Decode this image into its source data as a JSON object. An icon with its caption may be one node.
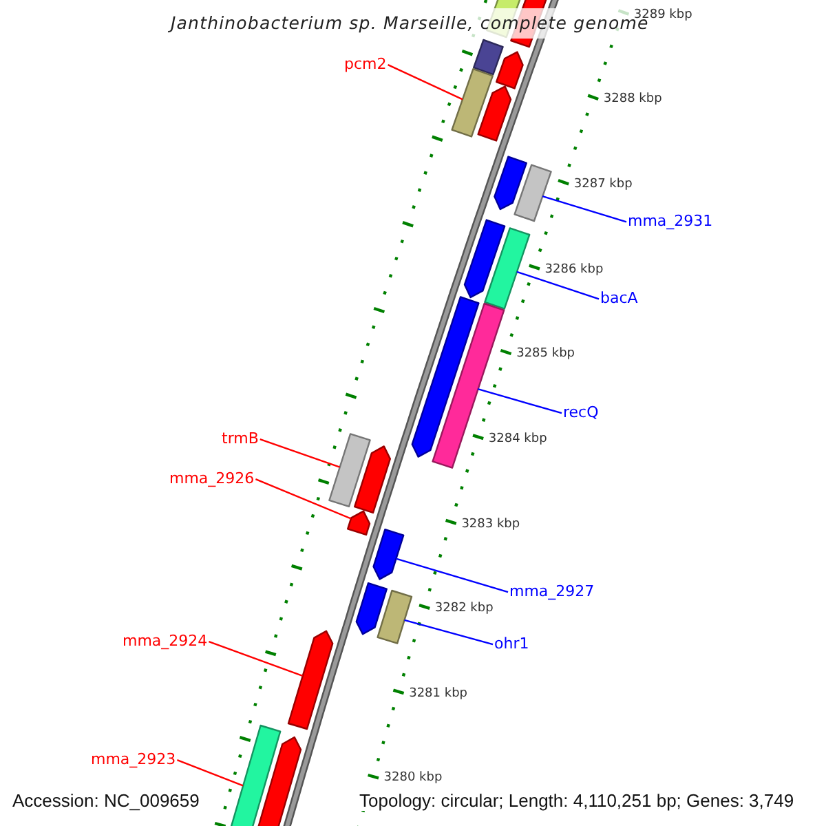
{
  "diagram": {
    "title": "Janthinobacterium sp. Marseille, complete genome",
    "nodes": [
      {
        "text": [],
        "shape": "box"
      },
      {
        "text": [],
        "shape": "arrow"
      },
      {
        "text": [],
        "shape": "box"
      },
      {
        "text": [
          "pcm2"
        ]
      },
      {
        "text": [],
        "shape": "arrow"
      },
      {
        "text": [],
        "shape": "box"
      },
      {
        "text": [],
        "shape": "arrow"
      },
      {
        "text": [],
        "shape": "arrow"
      },
      {
        "text": [],
        "shape": "box"
      },
      {
        "text": [
          "mma_2931"
        ]
      },
      {
        "text": [],
        "shape": "arrow"
      },
      {
        "text": [],
        "shape": "box"
      },
      {
        "text": [
          "bacA"
        ]
      },
      {
        "text": [],
        "shape": "arrow"
      },
      {
        "text": [],
        "shape": "box"
      },
      {
        "text": [
          "recQ"
        ]
      },
      {
        "text": [],
        "shape": "box"
      },
      {
        "text": [
          "trmB"
        ]
      },
      {
        "text": [],
        "shape": "arrow"
      },
      {
        "text": [
          "mma_2926"
        ]
      },
      {
        "text": [],
        "shape": "arrow"
      },
      {
        "text": [],
        "shape": "arrow"
      },
      {
        "text": [
          "mma_2927"
        ]
      },
      {
        "text": [],
        "shape": "arrow"
      },
      {
        "text": [],
        "shape": "box"
      },
      {
        "text": [
          "ohr1"
        ]
      },
      {
        "text": [
          "mma_2924"
        ]
      },
      {
        "text": [],
        "shape": "arrow"
      },
      {
        "text": [],
        "shape": "box"
      },
      {
        "text": [
          "mma_2923"
        ]
      },
      {
        "text": [],
        "shape": "arrow"
      }
    ],
    "edges": [
      {
        "from": 3,
        "to": 5,
        "arrow": "none",
        "color": "#ff0000"
      },
      {
        "from": 9,
        "to": 8,
        "arrow": "none",
        "color": "#0000ff"
      },
      {
        "from": 12,
        "to": 11,
        "arrow": "none",
        "color": "#0000ff"
      },
      {
        "from": 15,
        "to": 14,
        "arrow": "none",
        "color": "#0000ff"
      },
      {
        "from": 17,
        "to": 16,
        "arrow": "none",
        "color": "#ff0000"
      },
      {
        "from": 19,
        "to": 20,
        "arrow": "none",
        "color": "#ff0000"
      },
      {
        "from": 22,
        "to": 21,
        "arrow": "none",
        "color": "#0000ff"
      },
      {
        "from": 25,
        "to": 24,
        "arrow": "none",
        "color": "#0000ff"
      },
      {
        "from": 26,
        "to": 27,
        "arrow": "none",
        "color": "#ff0000"
      },
      {
        "from": 29,
        "to": 28,
        "arrow": "none",
        "color": "#ff0000"
      }
    ],
    "labels": [
      "3289 kbp",
      "3288 kbp",
      "3287 kbp",
      "3286 kbp",
      "3285 kbp",
      "3284 kbp",
      "3283 kbp",
      "3282 kbp",
      "3281 kbp",
      "3280 kbp",
      "Accession: NC_009659",
      "Topology: circular; Length: 4,110,251 bp; Genes: 3,749"
    ]
  }
}
